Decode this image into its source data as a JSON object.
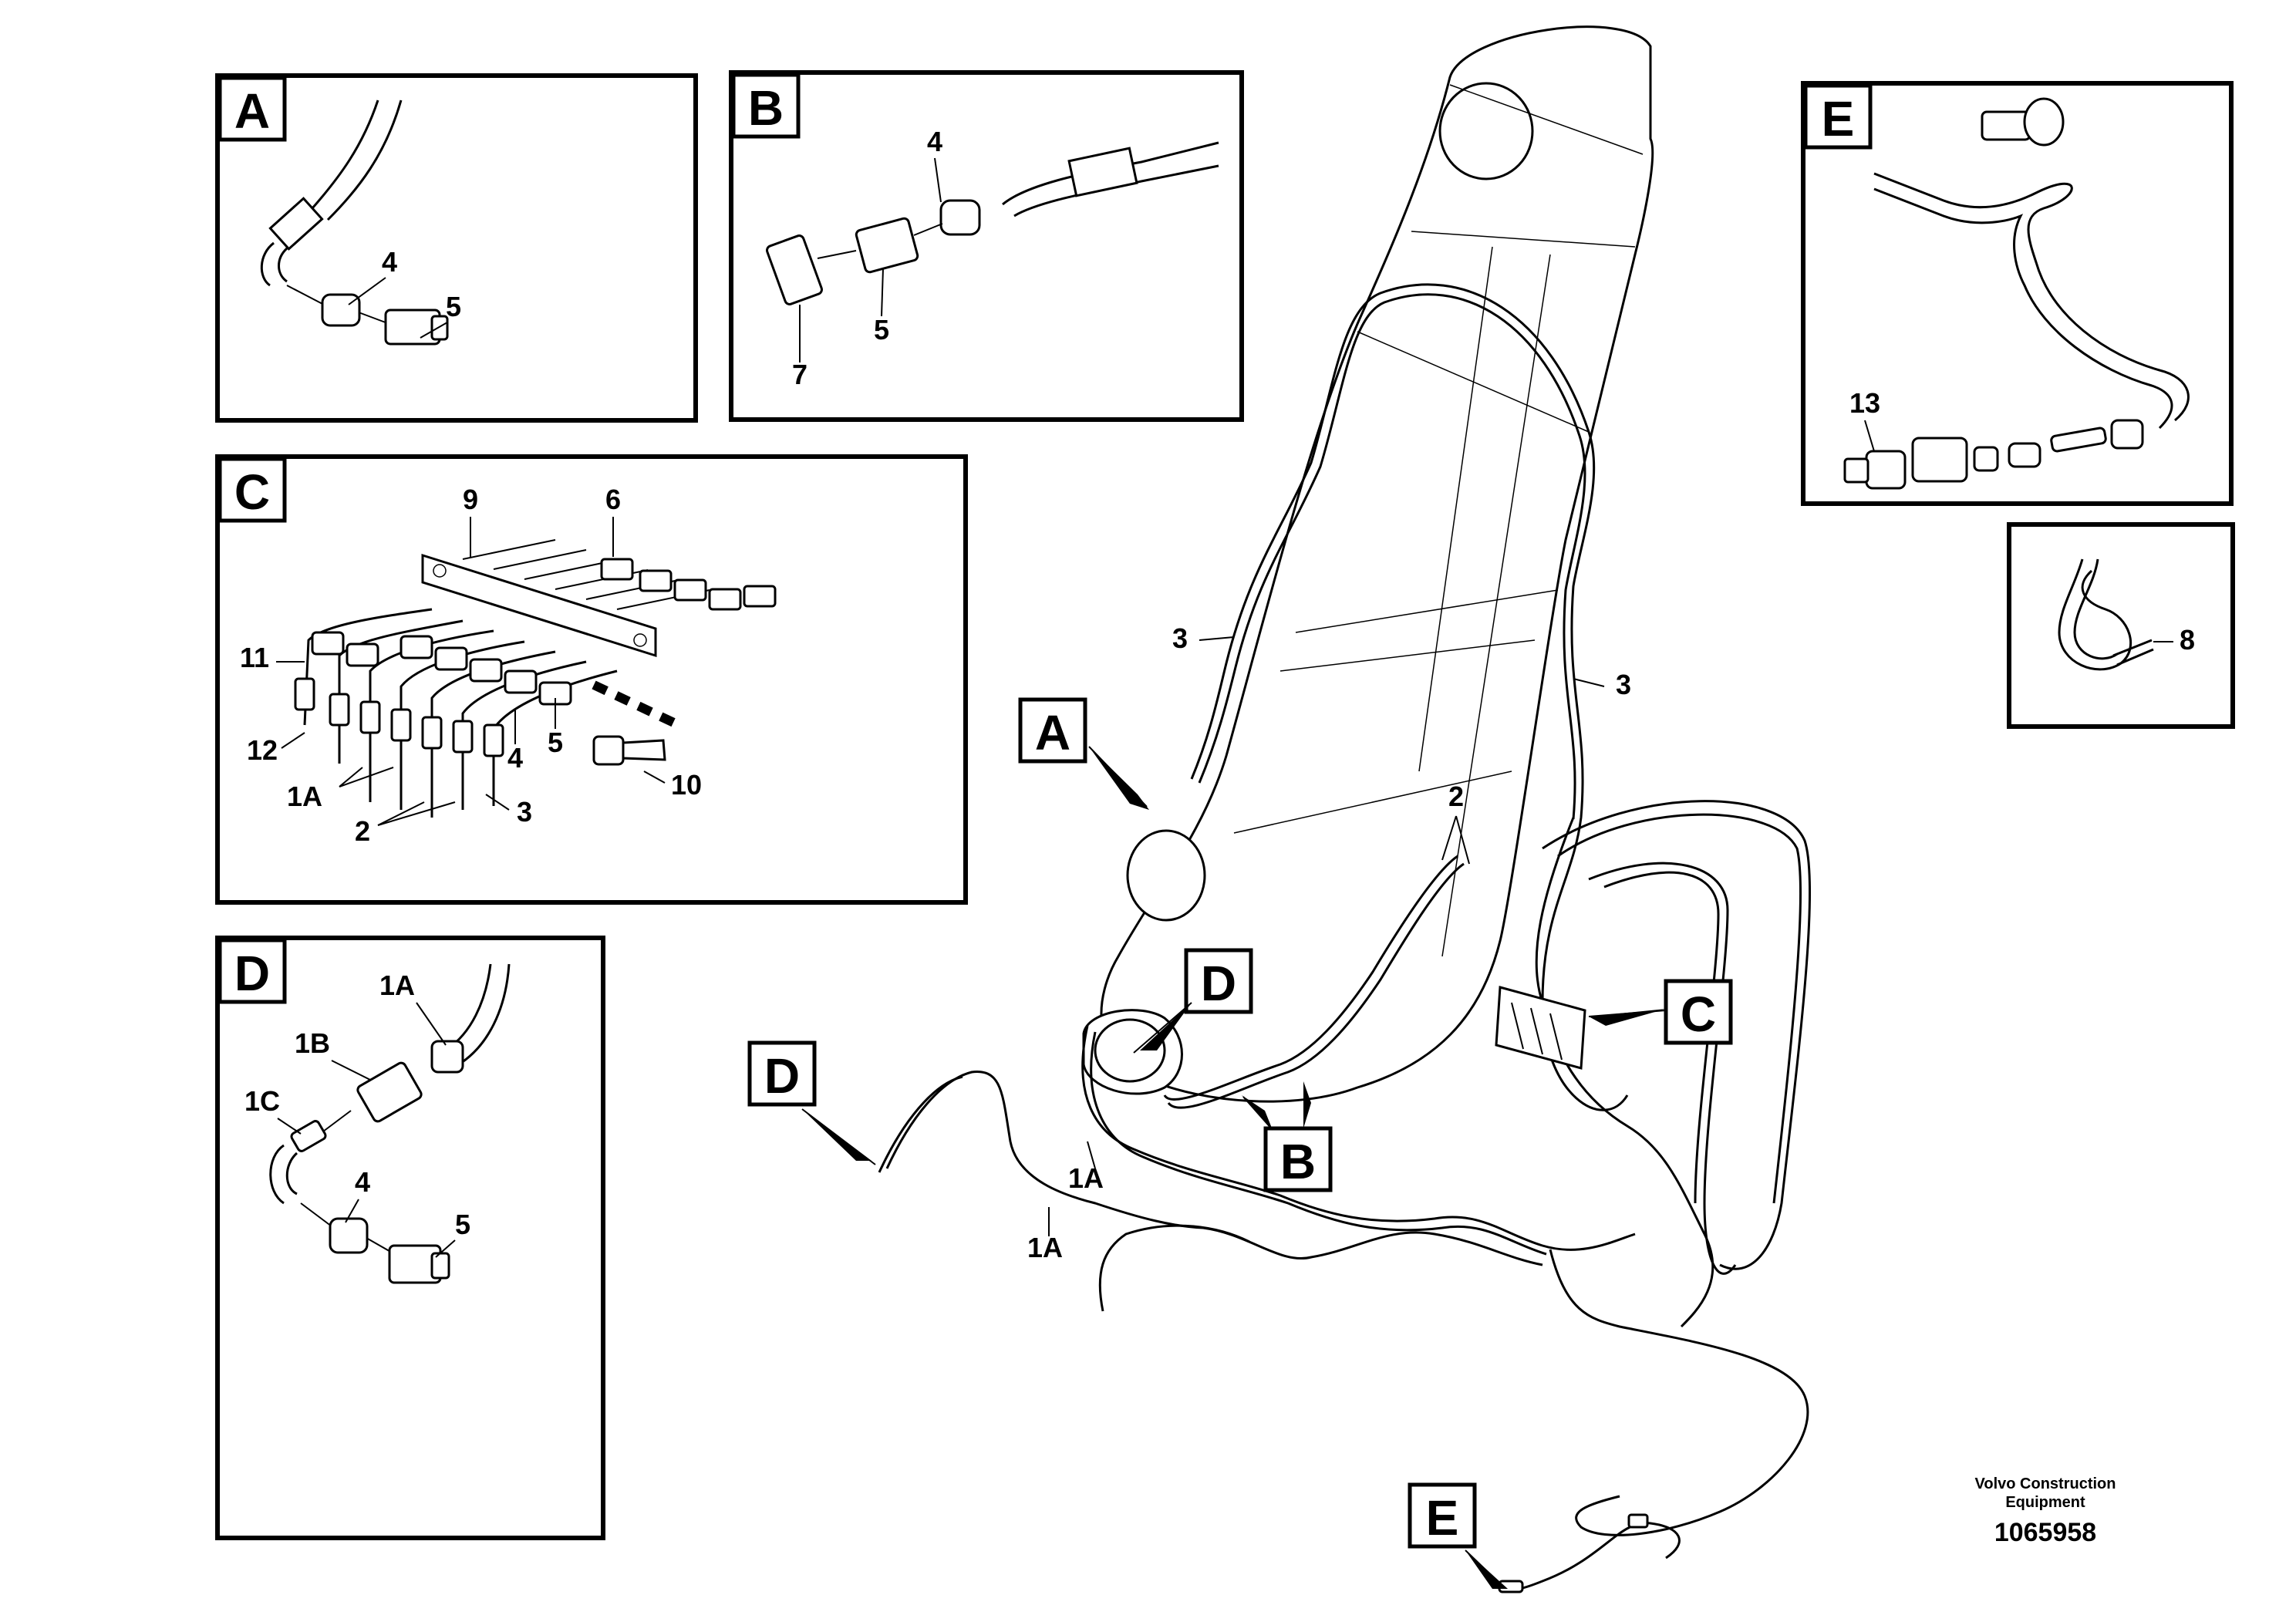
{
  "detail_tags": {
    "a": "A",
    "b": "B",
    "c": "C",
    "d": "D",
    "e": "E"
  },
  "callouts": {
    "n1a": "1A",
    "n1b": "1B",
    "n1c": "1C",
    "n2": "2",
    "n3": "3",
    "n4": "4",
    "n5": "5",
    "n6": "6",
    "n7": "7",
    "n8": "8",
    "n9": "9",
    "n10": "10",
    "n11": "11",
    "n12": "12",
    "n13": "13"
  },
  "credit": {
    "line1": "Volvo Construction",
    "line2": "Equipment"
  },
  "part_number": "1065958"
}
